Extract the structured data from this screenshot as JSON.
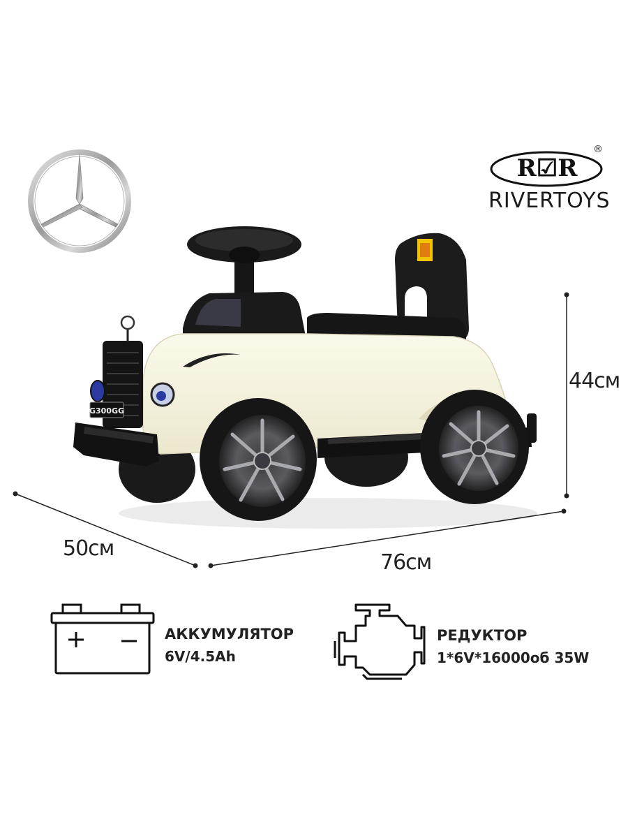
{
  "brand": {
    "logo_letters": "R☑R",
    "registered": "®",
    "name": "RIVERTOYS"
  },
  "emblem": {
    "icon": "mercedes-star-icon"
  },
  "dimensions": {
    "height": "44см",
    "width": "50см",
    "length": "76см"
  },
  "product": {
    "plate_text": "G300GG"
  },
  "specs": {
    "battery": {
      "icon": "battery-icon",
      "title": "АККУМУЛЯТОР",
      "value": "6V/4.5Ah"
    },
    "gearbox": {
      "icon": "engine-icon",
      "title": "РЕДУКТОР",
      "value": "1*6V*16000об 35W"
    }
  },
  "colors": {
    "body": "#f3f0dc",
    "trim": "#151515",
    "wheel": "#8a8a8f"
  }
}
